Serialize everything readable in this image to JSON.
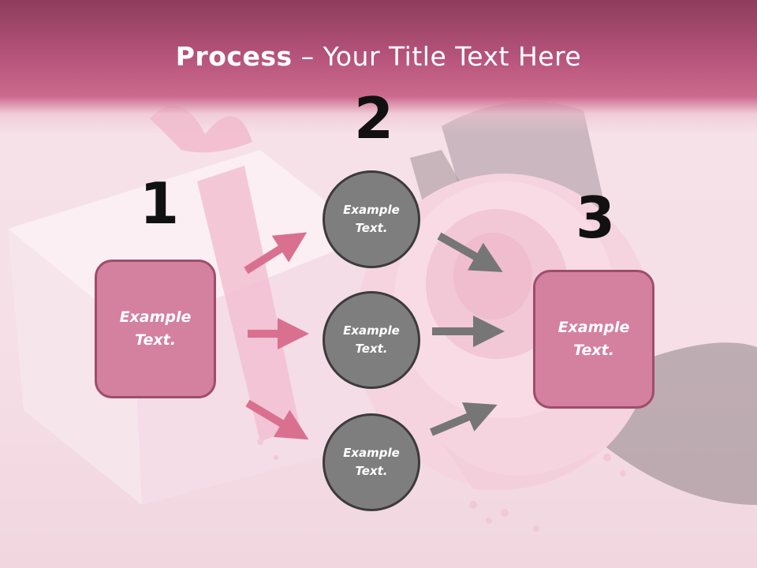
{
  "slide": {
    "title_bold": "Process",
    "title_rest": " – Your Title Text Here"
  },
  "steps": [
    {
      "number": "1"
    },
    {
      "number": "2"
    },
    {
      "number": "3"
    }
  ],
  "left_box": {
    "text": "Example Text."
  },
  "circles": [
    {
      "text": "Example Text."
    },
    {
      "text": "Example Text."
    },
    {
      "text": "Example Text."
    }
  ],
  "right_box": {
    "text": "Example Text."
  },
  "colors": {
    "header": "#b8557c",
    "box_fill": "#d4809f",
    "box_border": "#9e4d6b",
    "circle_fill": "#7e7e7e",
    "circle_border": "#3b3b3b",
    "pink_arrow": "#d9708f",
    "gray_arrow": "#767676"
  }
}
